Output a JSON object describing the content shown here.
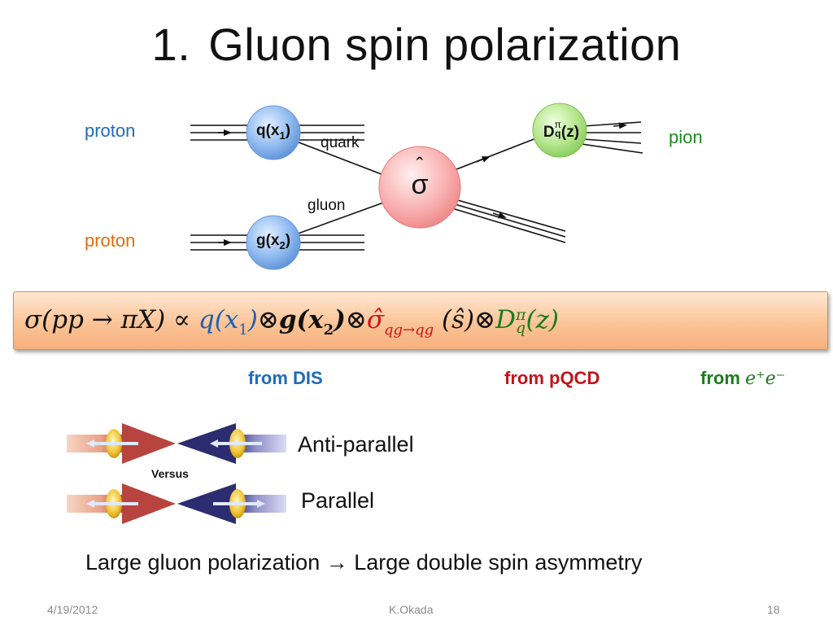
{
  "slide": {
    "title_number": "1.",
    "title": "Gluon spin polarization"
  },
  "diagram": {
    "proton_top": "proton",
    "proton_bottom": "proton",
    "pion": "pion",
    "quark": "quark",
    "gluon": "gluon",
    "sigma_hat": "σ",
    "pdf_q": "q(x",
    "pdf_q_sub": "1",
    "pdf_g": "g(x",
    "pdf_g_sub": "2",
    "close_paren": ")",
    "frag_D": "D",
    "frag_pi": "π",
    "frag_q": "q",
    "frag_z": "(z)"
  },
  "formula": {
    "lhs": "σ(pp → πX) ∝ ",
    "q_part": "q(x",
    "q_sub": "1",
    "close": ")",
    "otimes": "⊗",
    "g_part": "g(x",
    "g_sub": "2",
    "sigma_hat": "σ̂",
    "sigma_sub": "qg→qg",
    "shat": " (ŝ)",
    "D": "D",
    "D_sup": "π",
    "D_sub": "q",
    "z": "(z)"
  },
  "sources": {
    "dis": "from DIS",
    "pqcd": "from pQCD",
    "ee_prefix": "from ",
    "ee_math": "e⁺e⁻"
  },
  "spin": {
    "anti_parallel": "Anti-parallel",
    "versus": "Versus",
    "parallel": "Parallel"
  },
  "conclusion": "Large gluon polarization → Large double spin asymmetry",
  "footer": {
    "date": "4/19/2012",
    "author": "K.Okada",
    "page": "18"
  },
  "colors": {
    "proton_top": "#1f6bb8",
    "proton_bottom": "#e36c0a",
    "pion": "#1e8a1e",
    "blue_bubble": "#7fb2ee",
    "green_bubble": "#a6e07a",
    "red_bubble": "#f8a6a6"
  }
}
